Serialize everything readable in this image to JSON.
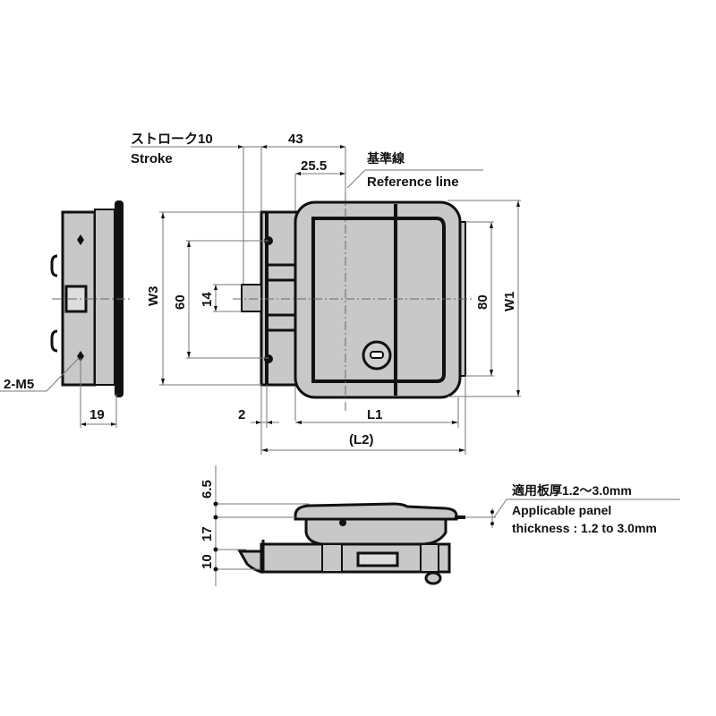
{
  "drawing": {
    "top_labels": {
      "stroke_jp": "ストローク10",
      "stroke_en": "Stroke",
      "dim_43": "43",
      "dim_25_5": "25.5",
      "reference_jp": "基準線",
      "reference_en": "Reference line"
    },
    "side_view": {
      "thread_label": "2-M5",
      "dim_19": "19"
    },
    "front_view": {
      "w3": "W3",
      "dim_60": "60",
      "dim_14": "14",
      "dim_2": "2",
      "dim_80": "80",
      "w1": "W1",
      "l1": "L1",
      "l2": "(L2)"
    },
    "bottom_view": {
      "dim_6_5": "6.5",
      "dim_17": "17",
      "dim_10": "10",
      "panel_jp": "適用板厚1.2～3.0mm",
      "panel_en_1": "Applicable panel",
      "panel_en_2": "thickness : 1.2 to 3.0mm"
    }
  }
}
